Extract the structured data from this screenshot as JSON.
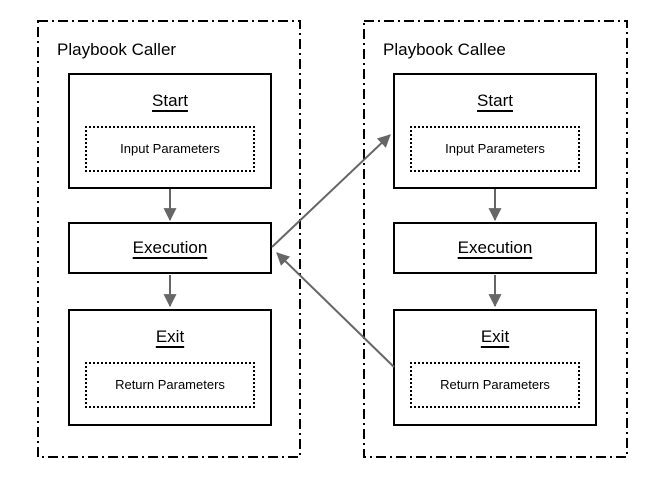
{
  "groups": [
    {
      "label": "Playbook Caller",
      "nodes": [
        {
          "title": "Start",
          "param_label": "Input Parameters"
        },
        {
          "title": "Execution"
        },
        {
          "title": "Exit",
          "param_label": "Return Parameters"
        }
      ]
    },
    {
      "label": "Playbook Callee",
      "nodes": [
        {
          "title": "Start",
          "param_label": "Input Parameters"
        },
        {
          "title": "Execution"
        },
        {
          "title": "Exit",
          "param_label": "Return Parameters"
        }
      ]
    }
  ],
  "colors": {
    "box_border": "#000000",
    "container_border": "#000000",
    "arrow": "#666666",
    "text": "#000000",
    "background": "#ffffff"
  }
}
